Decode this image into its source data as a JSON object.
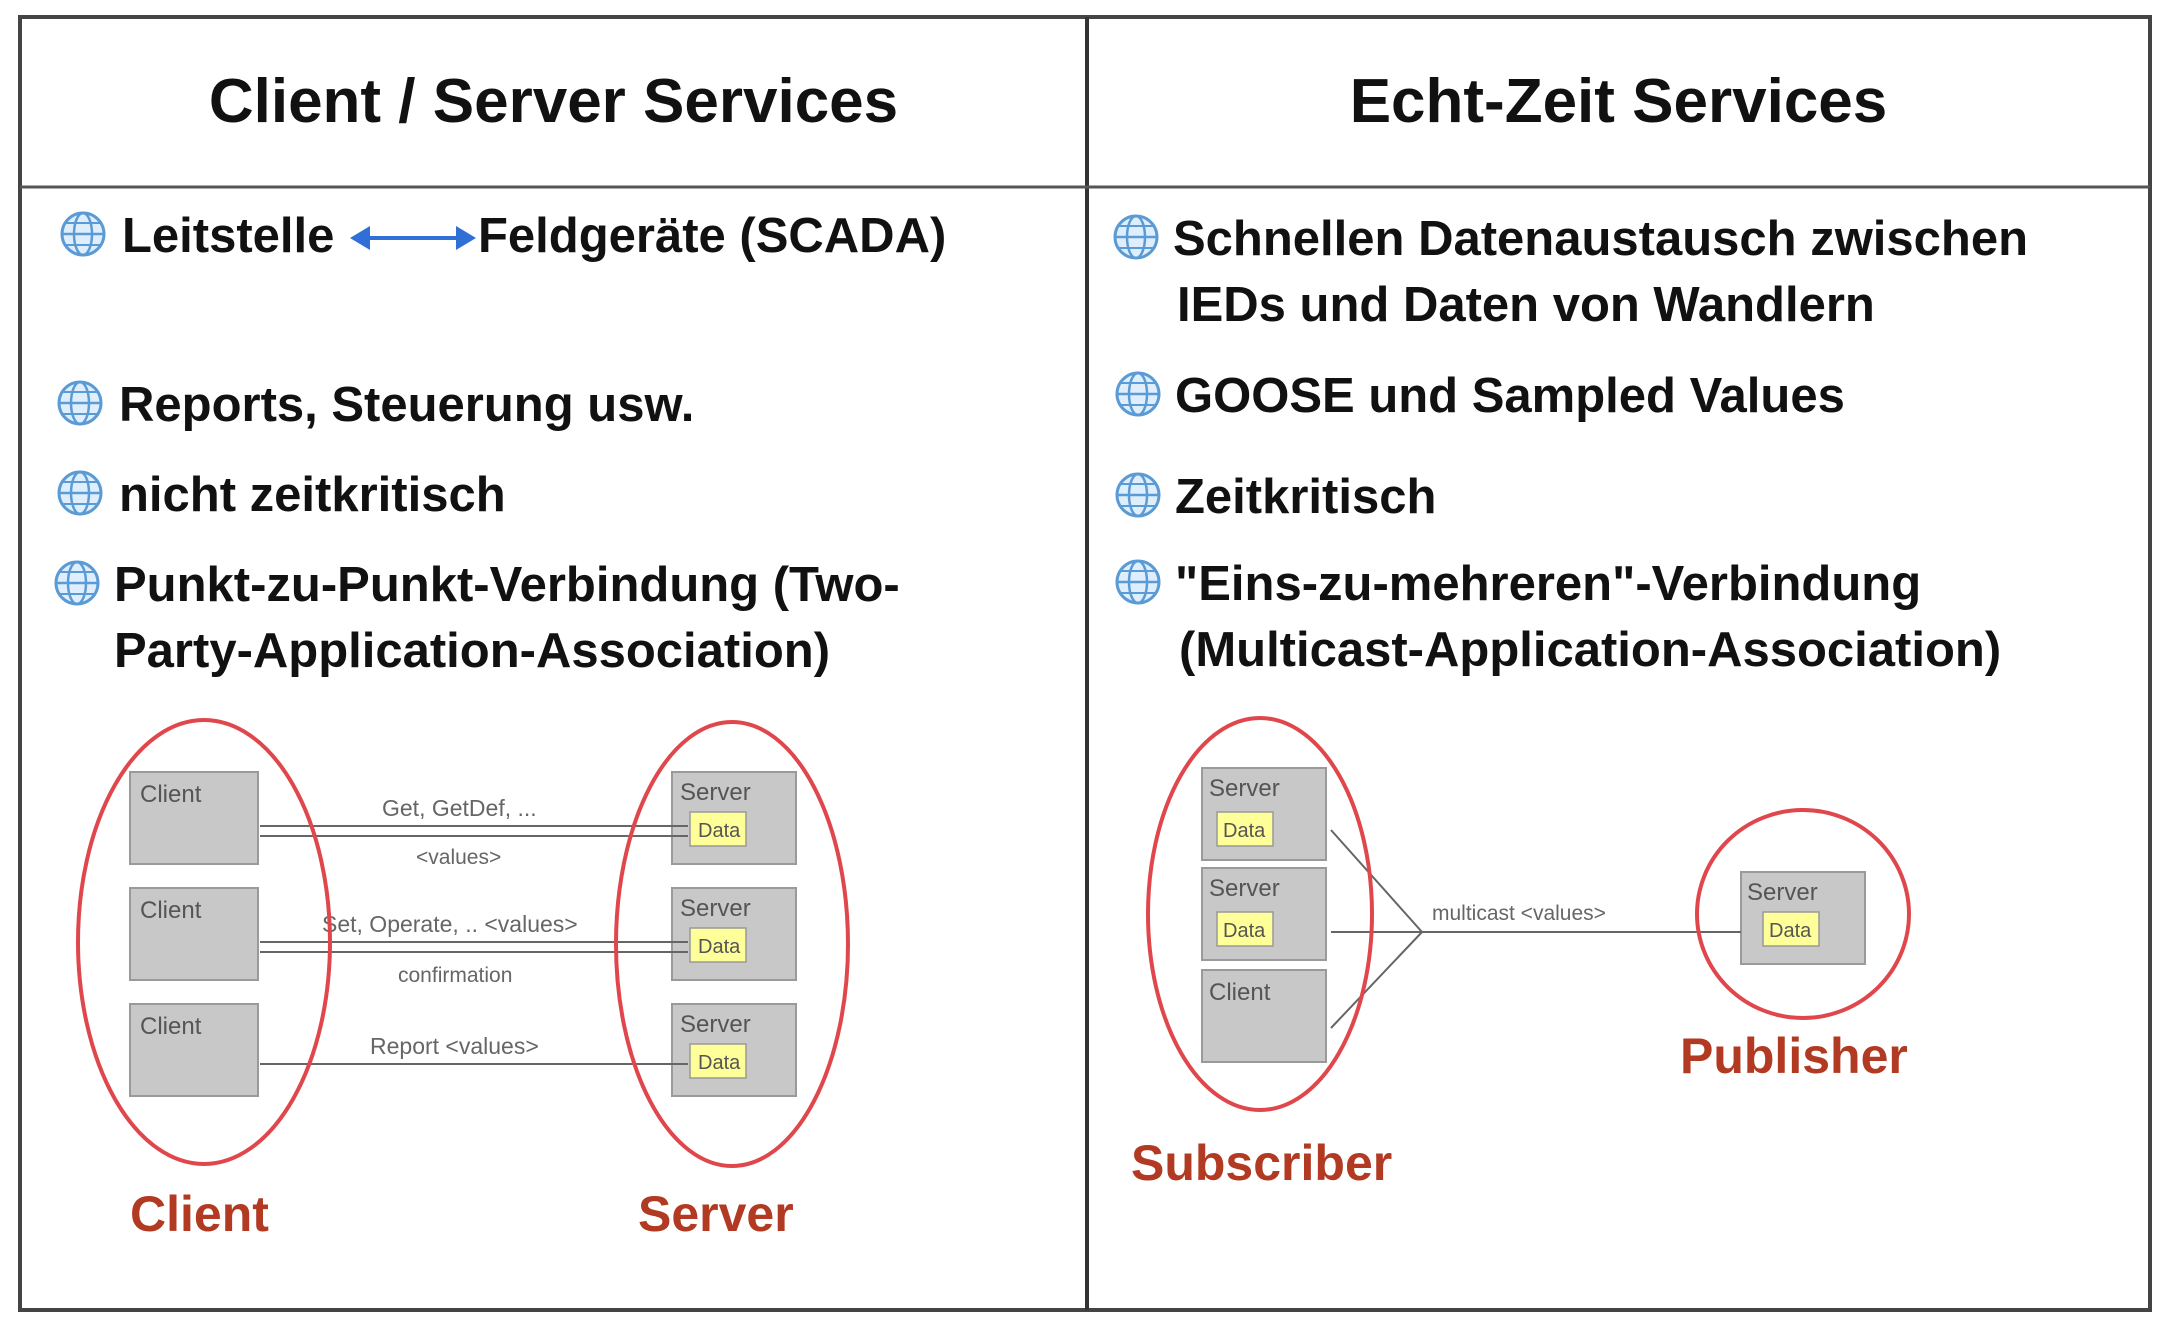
{
  "left": {
    "title": "Client / Server Services",
    "bullets": [
      {
        "left_text": "Leitstelle",
        "right_text": "Feldgeräte (SCADA)"
      },
      {
        "text": "Reports, Steuerung usw."
      },
      {
        "text": "nicht zeitkritisch"
      },
      {
        "line1": "Punkt-zu-Punkt-Verbindung (Two-",
        "line2": "Party-Application-Association)"
      }
    ],
    "diagram": {
      "client_box_label": "Client",
      "server_box_label": "Server",
      "data_label": "Data",
      "messages": {
        "get": "Get, GetDef, ...",
        "values": "<values>",
        "set": "Set, Operate, .. <values>",
        "confirmation": "confirmation",
        "report": "Report <values>"
      }
    },
    "client_caption": "Client",
    "server_caption": "Server"
  },
  "right": {
    "title": "Echt-Zeit Services",
    "bullets": [
      {
        "line1": "Schnellen Datenaustausch zwischen",
        "line2": "IEDs und Daten von Wandlern"
      },
      {
        "text": "GOOSE und Sampled Values"
      },
      {
        "text": "Zeitkritisch"
      },
      {
        "line1": "\"Eins-zu-mehreren\"-Verbindung",
        "line2": "(Multicast-Application-Association)"
      }
    ],
    "diagram": {
      "server_box_label": "Server",
      "client_box_label": "Client",
      "data_label": "Data",
      "multicast_label": "multicast <values>"
    },
    "subscriber_caption": "Subscriber",
    "publisher_caption": "Publisher"
  },
  "colors": {
    "accent_red": "#b23a22",
    "arrow_blue": "#2f6fd6",
    "box_gray": "#c8c8c8",
    "data_yellow": "#ffff99"
  }
}
